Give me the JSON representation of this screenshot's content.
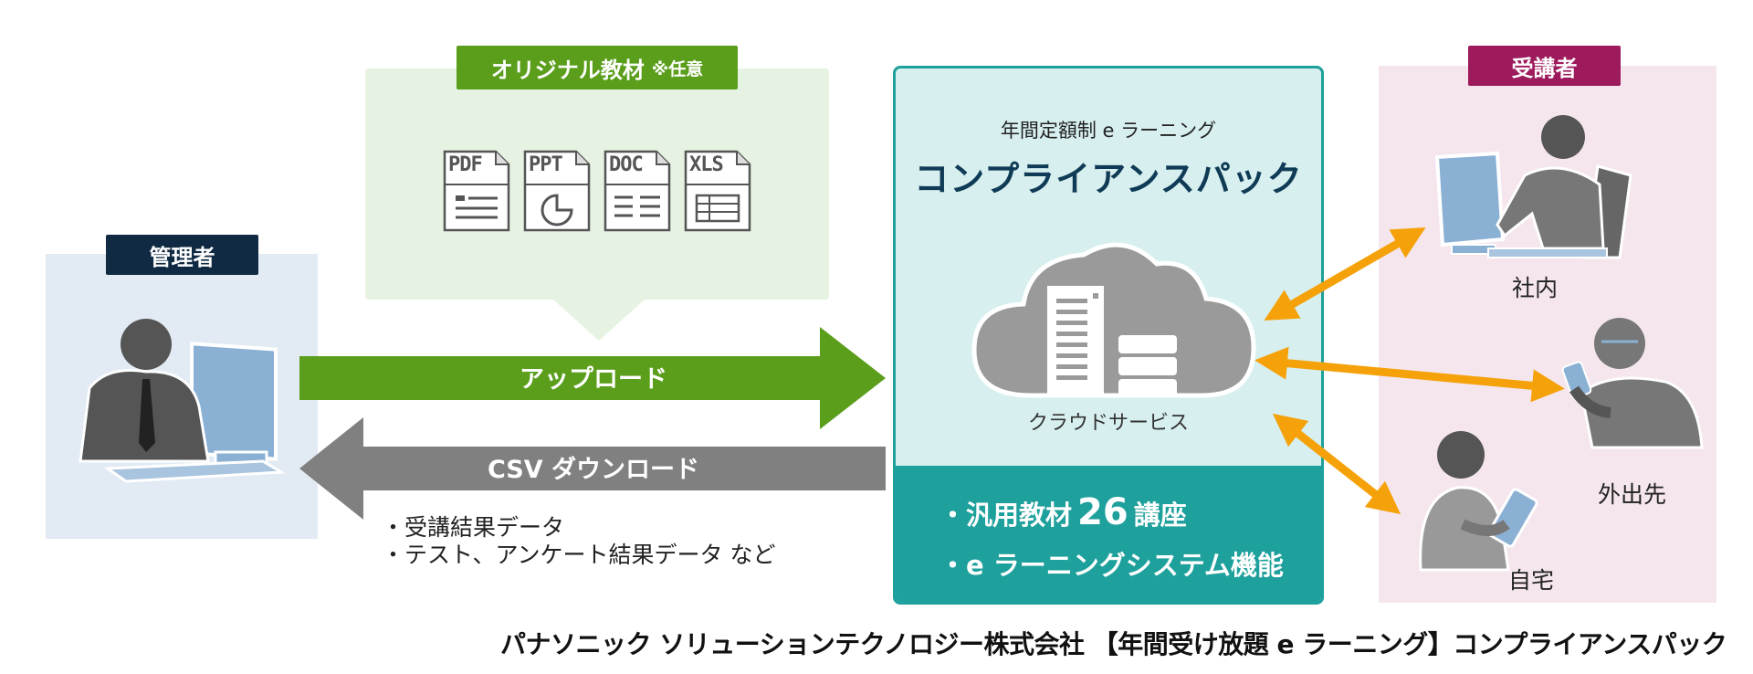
{
  "admin": {
    "label": "管理者"
  },
  "original": {
    "label": "オリジナル教材",
    "note": "※任意",
    "files": [
      "PDF",
      "PPT",
      "DOC",
      "XLS"
    ]
  },
  "arrows": {
    "upload": "アップロード",
    "download": "CSV ダウンロード"
  },
  "download_items": [
    "・受講結果データ",
    "・テスト、アンケート結果データ など"
  ],
  "system": {
    "subtitle": "年間定額制 e ラーニング",
    "title": "コンプライアンスパック",
    "cloud_caption": "クラウドサービス",
    "feature1_prefix": "・汎用教材",
    "feature1_number": "26",
    "feature1_suffix": "講座",
    "feature2": "・e ラーニングシステム機能"
  },
  "learners": {
    "label": "受講者",
    "places": [
      "社内",
      "外出先",
      "自宅"
    ]
  },
  "footer": "パナソニック ソリューションテクノロジー株式会社 【年間受け放題 e ラーニング】コンプライアンスパック",
  "colors": {
    "admin": "#102a43",
    "upload": "#5a9e1b",
    "download": "#808080",
    "system": "#1ea09c",
    "learner": "#9d1a5c",
    "link_arrow": "#f5a20a"
  }
}
